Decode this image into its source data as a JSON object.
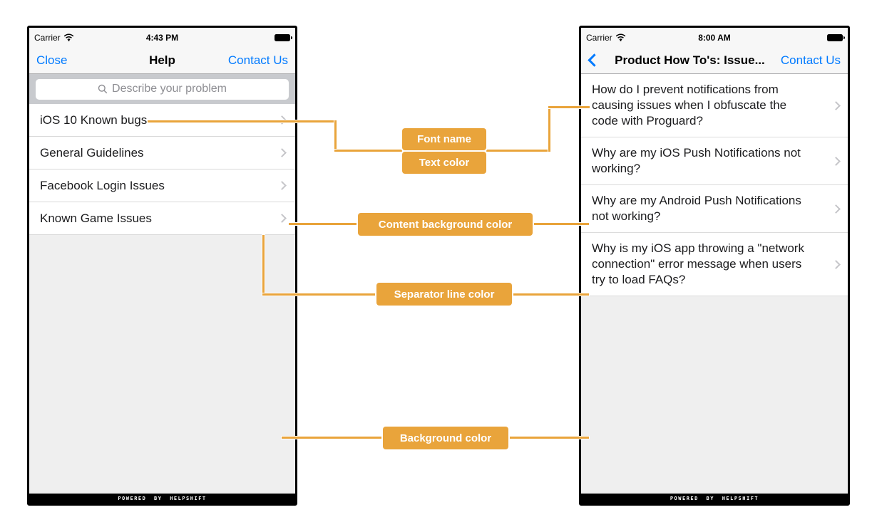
{
  "colors": {
    "annotation_accent": "#E9A43B",
    "ios_link_blue": "#007AFF",
    "content_background": "#FFFFFF",
    "screen_background": "#EFEFEF",
    "separator_line": "#D9D9D9",
    "search_bar_strip": "#C8CACE",
    "navigation_bar_background": "#F7F7F7",
    "footer_bar_background": "#000000",
    "list_text": "#1C1C1E",
    "placeholder_text": "#8E8E93"
  },
  "icons": {
    "wifi": "wifi-icon",
    "battery": "battery-icon",
    "search": "search-icon",
    "row_chevron": "chevron-right-icon",
    "back": "back-chevron-icon"
  },
  "annotations": {
    "font_name": {
      "label": "Font name"
    },
    "text_color": {
      "label": "Text color"
    },
    "content_background_color": {
      "label": "Content background color"
    },
    "separator_line_color": {
      "label": "Separator line color"
    },
    "background_color": {
      "label": "Background color"
    }
  },
  "left_phone": {
    "status_bar": {
      "carrier": "Carrier",
      "time": "4:43 PM"
    },
    "nav_bar": {
      "close_label": "Close",
      "title": "Help",
      "contact_label": "Contact Us"
    },
    "search": {
      "placeholder": "Describe your problem"
    },
    "faq_sections": [
      {
        "label": "iOS 10 Known bugs"
      },
      {
        "label": "General Guidelines"
      },
      {
        "label": "Facebook Login Issues"
      },
      {
        "label": "Known Game Issues"
      }
    ],
    "footer_label": "POWERED BY HELPSHIFT"
  },
  "right_phone": {
    "status_bar": {
      "carrier": "Carrier",
      "time": "8:00 AM"
    },
    "nav_bar": {
      "title": "Product How To's: Issue...",
      "contact_label": "Contact Us"
    },
    "faqs": [
      {
        "question": "How do I prevent notifications from causing issues when I obfuscate the code with Proguard?"
      },
      {
        "question": "Why are my iOS Push Notifications not working?"
      },
      {
        "question": "Why are my Android Push Notifications not working?"
      },
      {
        "question": "Why is my iOS app throwing a \"network connection\" error message when users try to load FAQs?"
      }
    ],
    "footer_label": "POWERED BY HELPSHIFT"
  }
}
